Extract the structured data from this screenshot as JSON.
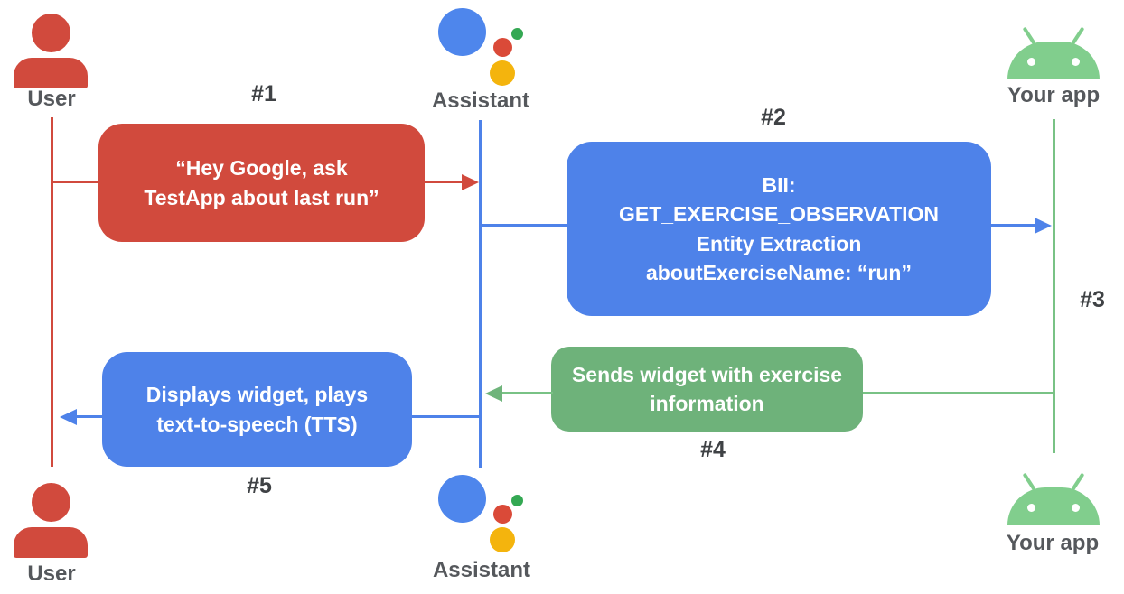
{
  "diagram": {
    "actors": {
      "user_top": "User",
      "assistant_top": "Assistant",
      "app_top": "Your app",
      "user_bottom": "User",
      "assistant_bottom": "Assistant",
      "app_bottom": "Your app"
    },
    "steps": {
      "s1": {
        "badge": "#1",
        "text": "“Hey Google, ask\nTestApp about last run”"
      },
      "s2": {
        "badge": "#2",
        "text": "BII:\nGET_EXERCISE_OBSERVATION\nEntity Extraction\naboutExerciseName: “run”"
      },
      "s3": {
        "badge": "#3"
      },
      "s4": {
        "badge": "#4",
        "text": "Sends widget with exercise\ninformation"
      },
      "s5": {
        "badge": "#5",
        "text": "Displays widget, plays\ntext-to-speech (TTS)"
      }
    },
    "colors": {
      "red": "#D14A3D",
      "blue": "#4E82E9",
      "green_box": "#6EB27A",
      "green_line": "#79C285",
      "android_green": "#81CE8D",
      "assistant_blue": "#4E86EC",
      "assistant_red": "#DA4A38",
      "assistant_yellow": "#F4B40D",
      "assistant_green": "#34A853",
      "actor_label_gray": "#55585C",
      "badge_gray": "#3F4245"
    }
  }
}
